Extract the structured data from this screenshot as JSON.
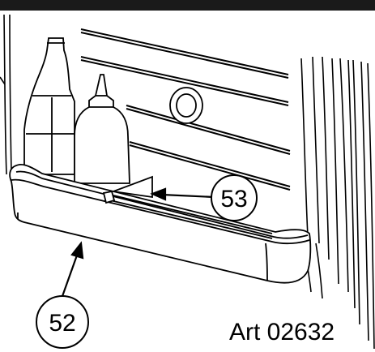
{
  "diagram": {
    "callouts": [
      {
        "label": "52",
        "target": "door-shelf-bin"
      },
      {
        "label": "53",
        "target": "shelf-retainer-bar"
      }
    ],
    "art_number": "Art 02632",
    "colors": {
      "line": "#000000",
      "background": "#ffffff",
      "top_band": "#1a1a1a"
    }
  }
}
